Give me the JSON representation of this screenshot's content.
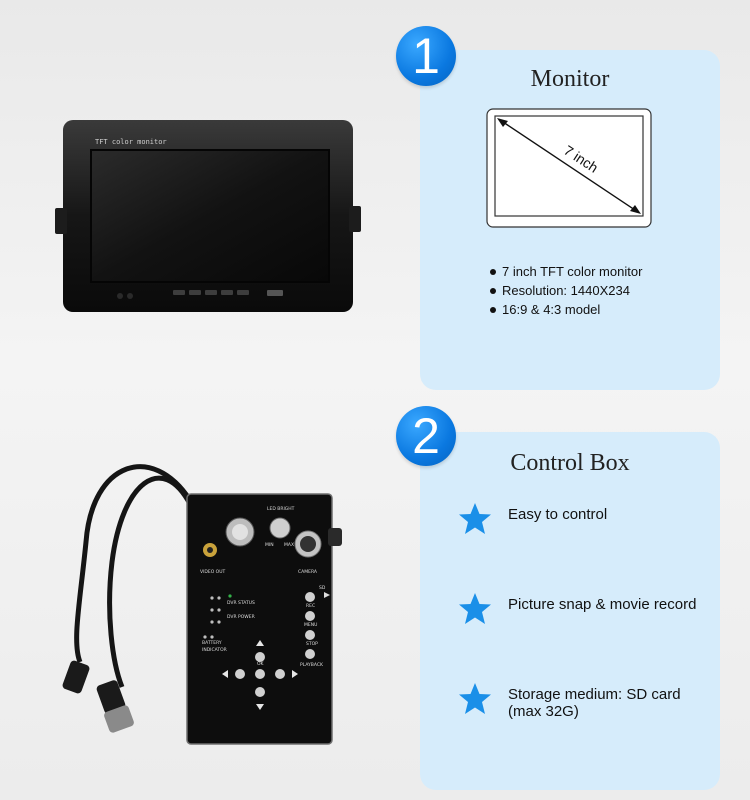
{
  "section1": {
    "number": "1",
    "title": "Monitor",
    "diagram_label": "7 inch",
    "bullets": [
      "7 inch TFT color monitor",
      "Resolution: 1440X234",
      "16:9 & 4:3 model"
    ],
    "photo_monitor_label": "TFT color monitor"
  },
  "section2": {
    "number": "2",
    "title": "Control Box",
    "features": [
      "Easy to control",
      "Picture snap & movie record",
      "Storage medium: SD card (max 32G)"
    ],
    "box_labels": {
      "video_out": "VIDEO OUT",
      "camera": "CAMERA",
      "led_bright": "LED BRIGHT",
      "min": "MIN",
      "max": "MAX",
      "dvr_status": "DVR STATUS",
      "dvr_power": "DVR POWER",
      "battery": "BATTERY",
      "indicator": "INDICATOR",
      "sd": "SD",
      "rec": "REC",
      "menu": "MENU",
      "stop": "STOP",
      "playback": "PLAYBACK",
      "ok": "OK"
    }
  },
  "colors": {
    "panel_bg": "#d6ecfb",
    "badge_blue": "#0a78e0",
    "star_blue": "#1a8fe8"
  },
  "icons": {
    "star": "star-icon",
    "bullet": "bullet-dot-icon"
  }
}
